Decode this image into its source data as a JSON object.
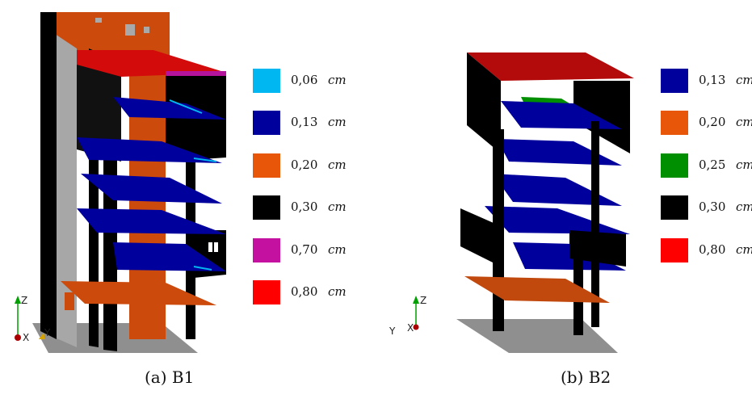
{
  "figures": [
    {
      "id": "b1",
      "caption": "(a) B1",
      "axes": [
        "Z",
        "X",
        "Y"
      ],
      "legend": [
        {
          "value": "0,06",
          "unit": "cm",
          "color": "#00b7f1"
        },
        {
          "value": "0,13",
          "unit": "cm",
          "color": "#00009c"
        },
        {
          "value": "0,20",
          "unit": "cm",
          "color": "#e8560a"
        },
        {
          "value": "0,30",
          "unit": "cm",
          "color": "#000000"
        },
        {
          "value": "0,70",
          "unit": "cm",
          "color": "#c4119f"
        },
        {
          "value": "0,80",
          "unit": "cm",
          "color": "#ff0000"
        }
      ]
    },
    {
      "id": "b2",
      "caption": "(b) B2",
      "axes": [
        "Z",
        "X",
        "Y"
      ],
      "legend": [
        {
          "value": "0,13",
          "unit": "cm",
          "color": "#00009c"
        },
        {
          "value": "0,20",
          "unit": "cm",
          "color": "#e8560a"
        },
        {
          "value": "0,25",
          "unit": "cm",
          "color": "#008f00"
        },
        {
          "value": "0,30",
          "unit": "cm",
          "color": "#000000"
        },
        {
          "value": "0,80",
          "unit": "cm",
          "color": "#ff0000"
        }
      ]
    }
  ]
}
